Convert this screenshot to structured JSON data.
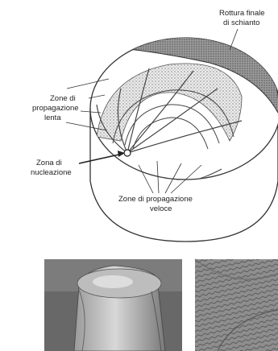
{
  "diagram": {
    "labels": {
      "final_break": [
        "Rottura finale",
        "di schianto"
      ],
      "slow_zones": [
        "Zone di",
        "propagazione",
        "lenta"
      ],
      "nucleation": [
        "Zona di",
        "nucleazione"
      ],
      "fast_zones": [
        "Zone di propagazione",
        "veloce"
      ]
    }
  },
  "photos": [
    {
      "name": "fractured-shaft-photo"
    },
    {
      "name": "fracture-surface-closeup-photo"
    }
  ],
  "colors": {
    "line": "#333333",
    "final_break_fill": "#8c8c8c",
    "stipple_band": "#c8c8c8",
    "photo_background": "#6a6a6a"
  }
}
